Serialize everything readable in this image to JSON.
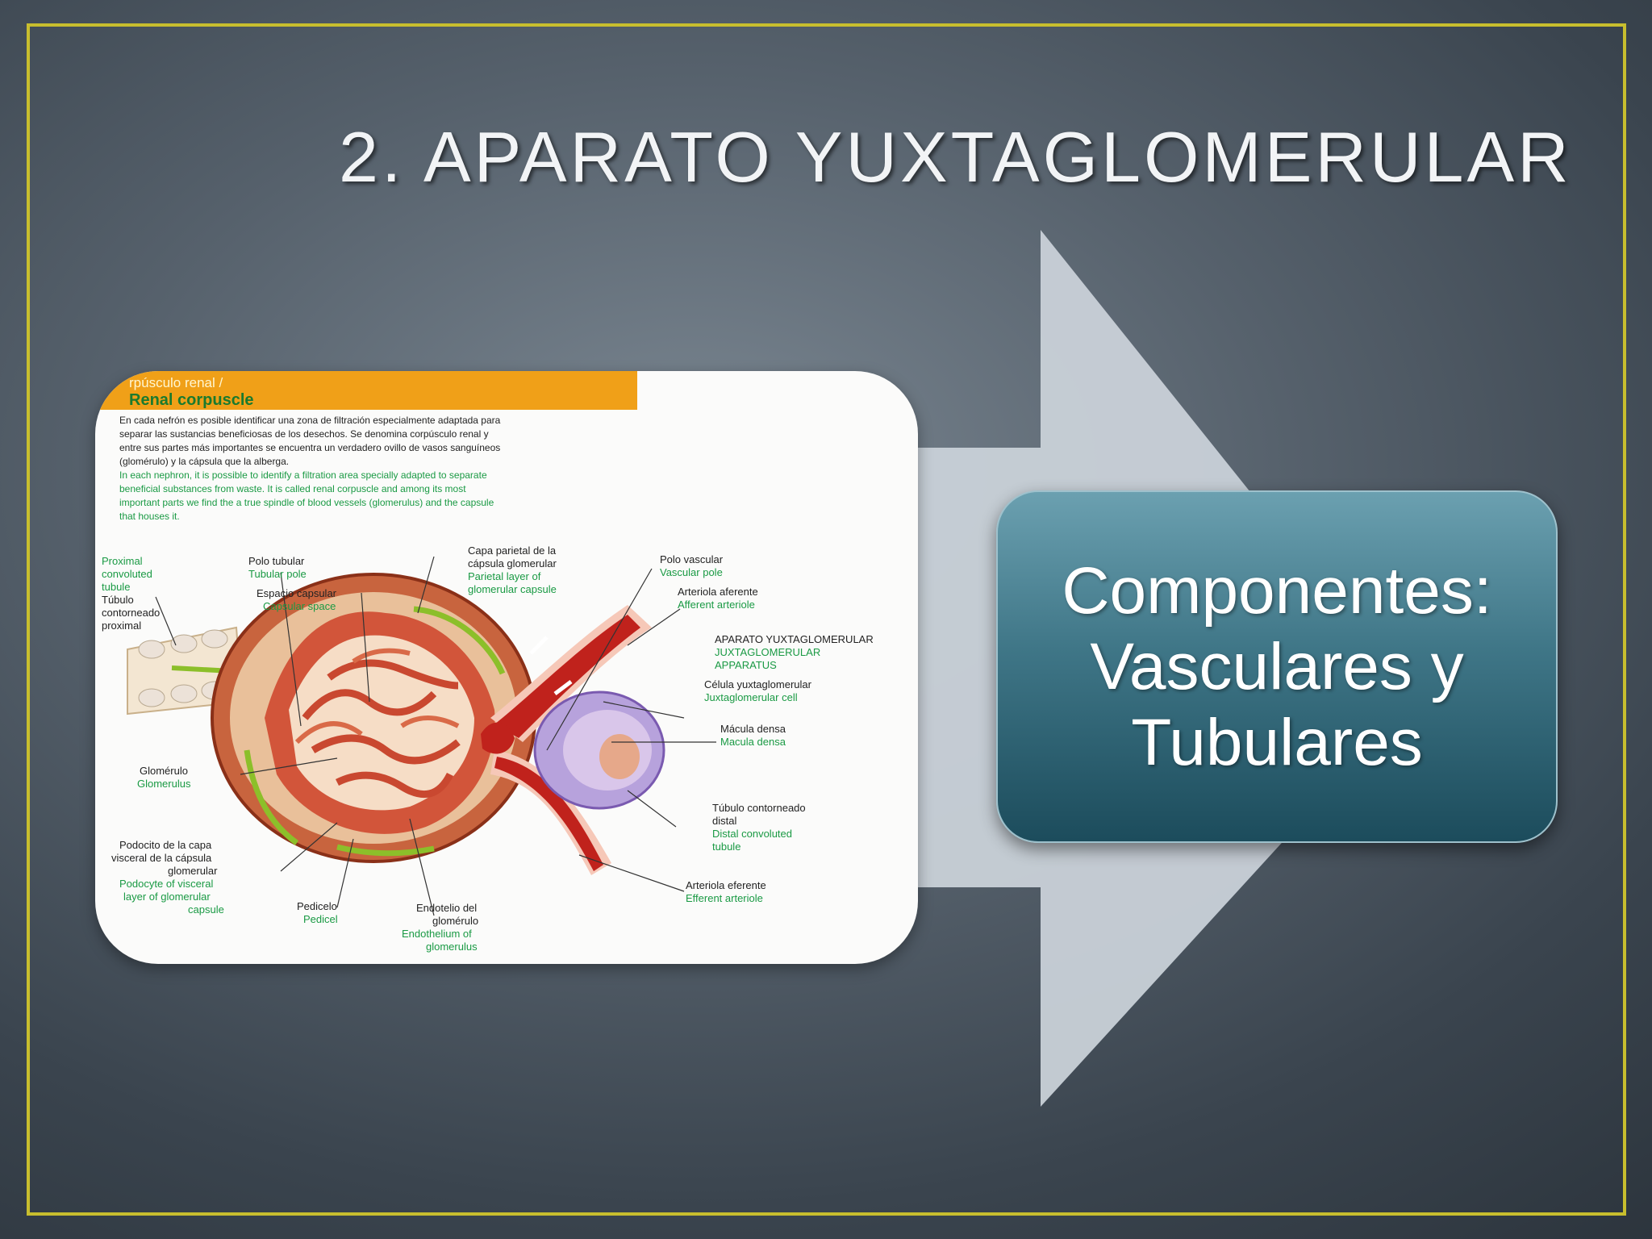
{
  "slide": {
    "title": "2. APARATO YUXTAGLOMERULAR",
    "components_line1": "Componentes:",
    "components_line2": "Vasculares y",
    "components_line3": "Tubulares"
  },
  "diagram": {
    "header_es": "rpúsculo renal /",
    "header_en": "Renal corpuscle",
    "intro_es": [
      "En cada nefrón es posible identificar una zona de filtración especialmente adaptada para",
      "separar las sustancias beneficiosas de los desechos. Se denomina corpúsculo renal y",
      "entre sus partes más importantes se encuentra un verdadero ovillo de vasos sanguíneos",
      "(glomérulo) y la cápsula que la alberga."
    ],
    "intro_en": [
      "In each nephron, it is possible to identify a filtration area specially adapted to separate",
      "beneficial substances from waste. It is called renal corpuscle and among its most",
      "important parts we find the a true spindle of blood vessels (glomerulus) and the capsule",
      "that houses it."
    ],
    "labels": {
      "proximal_en": [
        "Proximal",
        "convoluted",
        "tubule"
      ],
      "proximal_es": [
        "Túbulo",
        "contorneado",
        "proximal"
      ],
      "polo_tubular_es": "Polo tubular",
      "polo_tubular_en": "Tubular pole",
      "espacio_es": "Espacio capsular",
      "espacio_en": "Capsular space",
      "capa_parietal_es": [
        "Capa parietal de la",
        "cápsula glomerular"
      ],
      "capa_parietal_en": [
        "Parietal layer of",
        "glomerular capsule"
      ],
      "polo_vascular_es": "Polo vascular",
      "polo_vascular_en": "Vascular pole",
      "arteriola_aferente_es": "Arteriola aferente",
      "arteriola_aferente_en": "Afferent arteriole",
      "aparato_es": "APARATO YUXTAGLOMERULAR",
      "aparato_en": [
        "JUXTAGLOMERULAR",
        "APPARATUS"
      ],
      "celula_es": "Célula yuxtaglomerular",
      "celula_en": "Juxtaglomerular cell",
      "macula_es": "Mácula densa",
      "macula_en": "Macula densa",
      "glomerulo_es": "Glomérulo",
      "glomerulo_en": "Glomerulus",
      "tubulo_distal_es": [
        "Túbulo contorneado",
        "distal"
      ],
      "tubulo_distal_en": [
        "Distal convoluted",
        "tubule"
      ],
      "podocito_es": [
        "Podocito de la capa",
        "visceral de la cápsula",
        "glomerular"
      ],
      "podocito_en": [
        "Podocyte of visceral",
        "layer of glomerular",
        "capsule"
      ],
      "pedicelo_es": "Pedicelo",
      "pedicelo_en": "Pedicel",
      "endotelio_es": [
        "Endotelio del",
        "glomérulo"
      ],
      "endotelio_en": [
        "Endothelium of",
        "glomerulus"
      ],
      "arteriola_eferente_es": "Arteriola eferente",
      "arteriola_eferente_en": "Efferent arteriole"
    }
  },
  "colors": {
    "frame": "#c8be2e",
    "arrow": "#c9d1d8",
    "header_bar": "#f0a018",
    "label_green": "#1a9a44",
    "vessel_red": "#c0221c",
    "macula_purple": "#9070c0",
    "box_teal": "#3f7687"
  }
}
